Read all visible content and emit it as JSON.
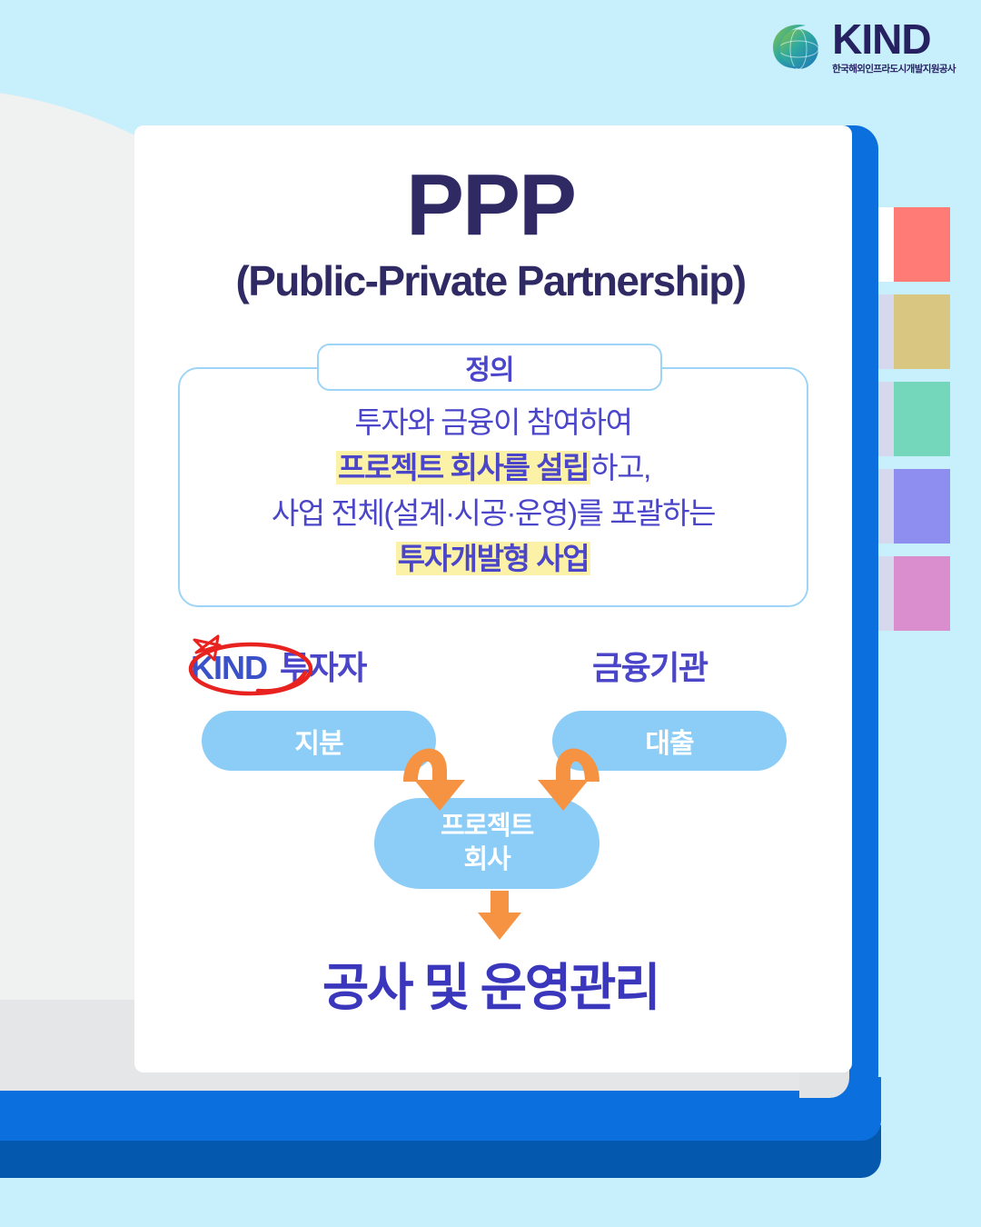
{
  "brand": {
    "logo_word": "KIND",
    "logo_subtitle": "한국해외인프라도시개발지원공사",
    "logo_icon": "globe-swoosh-icon"
  },
  "title": {
    "main": "PPP",
    "sub": "(Public-Private Partnership)"
  },
  "definition": {
    "tab_label": "정의",
    "line1": "투자와 금융이 참여하여",
    "line2_highlight": "프로젝트 회사를 설립",
    "line2_tail": "하고,",
    "line3": "사업 전체(설계·시공·운영)를 포괄하는",
    "line4_highlight": "투자개발형 사업"
  },
  "diagram": {
    "actor_left_badge": "KIND",
    "actor_left_label": "투자자",
    "actor_right_label": "금융기관",
    "pill_left_label": "지분",
    "pill_right_label": "대출",
    "project_line1": "프로젝트",
    "project_line2": "회사",
    "footer": "공사 및 운영관리",
    "annotation": "red-circle-highlight"
  },
  "tabs": [
    {
      "name": "tab-red",
      "color": "#ff7b75"
    },
    {
      "name": "tab-gold",
      "color": "#d9c680"
    },
    {
      "name": "tab-mint",
      "color": "#74d6bb"
    },
    {
      "name": "tab-purple",
      "color": "#8e8ef0"
    },
    {
      "name": "tab-pink",
      "color": "#da8ecd"
    }
  ],
  "colors": {
    "background": "#c8effc",
    "card": "#ffffff",
    "spine_blue": "#0b70de",
    "title_navy": "#2f2a63",
    "text_indigo": "#4a45c9",
    "highlight_yellow": "#fbf2a8",
    "pill_blue": "#8ccdf7",
    "arrow_orange": "#f59342",
    "annotation_red": "#e8221f"
  }
}
